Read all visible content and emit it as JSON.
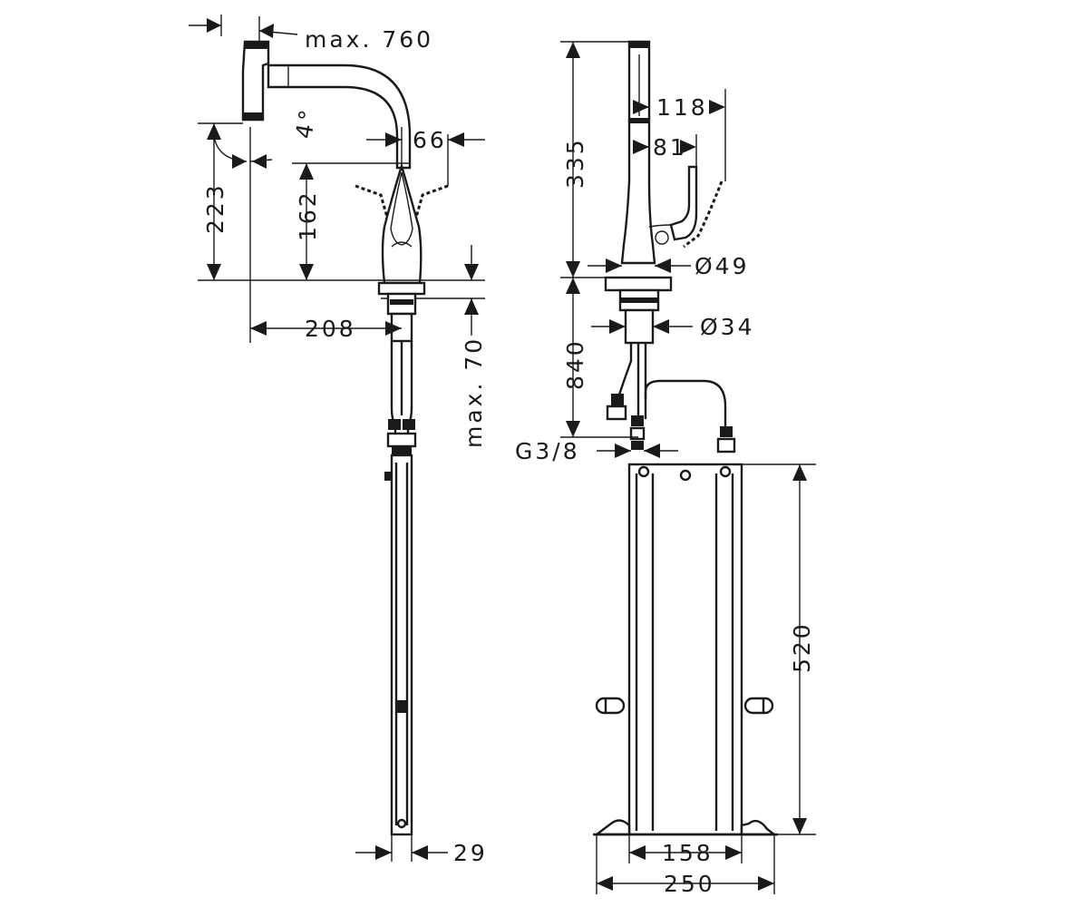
{
  "dimensions": {
    "max_reach": "max. 760",
    "spout_angle": "4°",
    "spout_height": "223",
    "lever_height": "162",
    "reach": "208",
    "lever_offset": "66",
    "max_counter_thickness": "max. 70",
    "hose_bundle_width": "29",
    "side_height": "335",
    "handle_depth_max": "118",
    "handle_depth": "81",
    "body_diameter": "Ø49",
    "shank_diameter": "Ø34",
    "hose_length": "840",
    "connection_thread": "G3/8",
    "box_height": "520",
    "box_width": "158",
    "box_total_width": "250"
  }
}
